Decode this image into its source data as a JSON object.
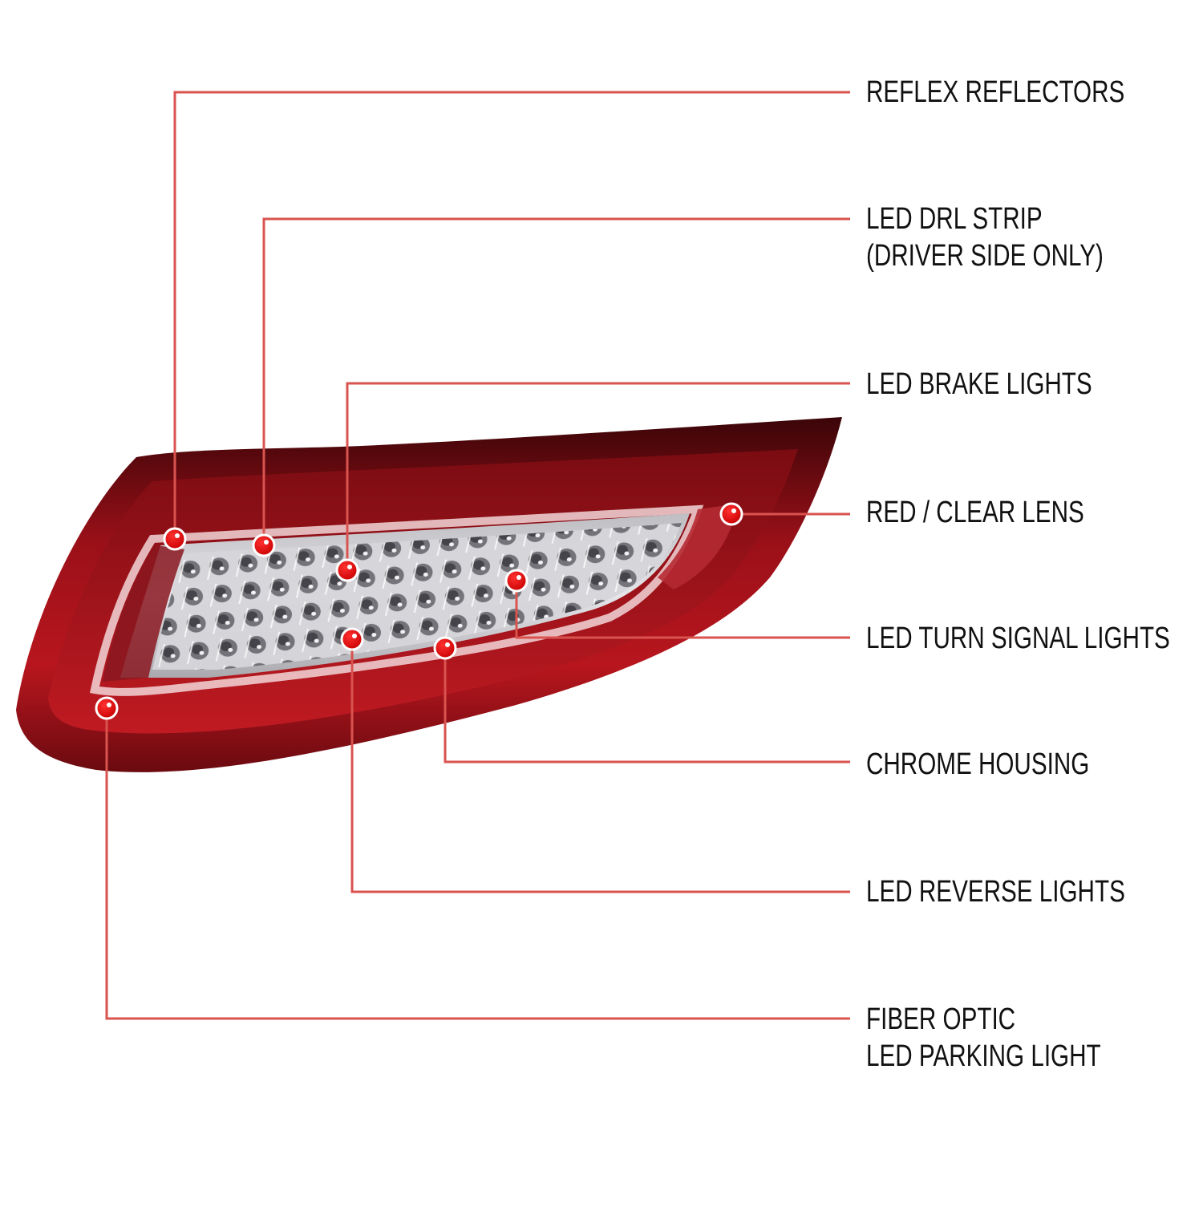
{
  "diagram": {
    "subject": "LED tail light (red / clear lens)",
    "callout_color": "#d9534f",
    "dot_color": "#e00000",
    "lens_colors": {
      "dark_red": "#5a0a10",
      "red": "#a8141c",
      "bright_red": "#c41c24",
      "clear": "#d8d8dc",
      "chrome": "#efefef"
    },
    "labels": [
      {
        "id": "reflex-reflectors",
        "lines": [
          "REFLEX REFLECTORS"
        ]
      },
      {
        "id": "led-drl-strip",
        "lines": [
          "LED DRL STRIP",
          "(DRIVER SIDE ONLY)"
        ]
      },
      {
        "id": "led-brake-lights",
        "lines": [
          "LED BRAKE LIGHTS"
        ]
      },
      {
        "id": "red-clear-lens",
        "lines": [
          "RED / CLEAR LENS"
        ]
      },
      {
        "id": "led-turn-signal-lights",
        "lines": [
          "LED TURN SIGNAL LIGHTS"
        ]
      },
      {
        "id": "chrome-housing",
        "lines": [
          "CHROME HOUSING"
        ]
      },
      {
        "id": "led-reverse-lights",
        "lines": [
          "LED REVERSE LIGHTS"
        ]
      },
      {
        "id": "fiber-optic-parking",
        "lines": [
          "FIBER OPTIC",
          "LED PARKING LIGHT"
        ]
      }
    ]
  }
}
